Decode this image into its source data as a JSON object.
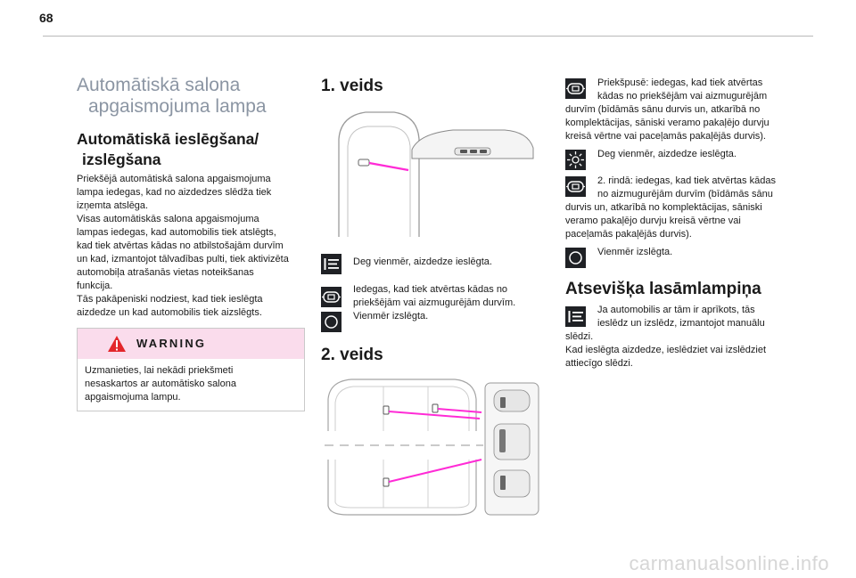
{
  "page_number": "68",
  "column1": {
    "section_title_lines": [
      "Automātiskā salona",
      "apgaismojuma lampa"
    ],
    "subheading_lines": [
      "Automātiskā ieslēgšana/",
      "izslēgšana"
    ],
    "paragraph_lines": [
      "Priekšējā automātiskā salona apgaismojuma",
      "lampa iedegas, kad no aizdedzes slēdža tiek",
      "izņemta atslēga.",
      "Visas automātiskās salona apgaismojuma",
      "lampas iedegas, kad automobilis tiek atslēgts,",
      "kad tiek atvērtas kādas no atbilstošajām durvīm",
      "un kad, izmantojot tālvadības pulti, tiek aktivizēta",
      "automobiļa atrašanās vietas noteikšanas",
      "funkcija.",
      "Tās pakāpeniski nodziest, kad tiek ieslēgta",
      "aizdedze un kad automobilis tiek aizslēgts."
    ],
    "warning": {
      "title": "WARNING",
      "text_lines": [
        "Uzmanieties, lai nekādi priekšmeti",
        "nesaskartos ar automātisko salona",
        "apgaismojuma lampu."
      ]
    }
  },
  "column2": {
    "type1_heading": "1. veids",
    "type2_heading": "2. veids",
    "items": [
      {
        "icon": "lamp-off-icon",
        "text_lines": [
          "Deg vienmēr, aizdedze ieslēgta."
        ]
      },
      {
        "icon": "door-lamp-icon",
        "text_lines": [
          "Iedegas, kad tiek atvērtas kādas no",
          "priekšējām vai aizmugurējām durvīm."
        ]
      },
      {
        "icon": "circle-off-icon",
        "text_lines": [
          "Vienmēr izslēgta."
        ]
      }
    ]
  },
  "column3": {
    "items": [
      {
        "icon": "door-lamp-icon",
        "text_lines": [
          "Priekšpusē: iedegas, kad tiek atvērtas",
          "kādas no priekšējām vai aizmugurējām",
          "durvīm (bīdāmās sānu durvis un, atkarībā no",
          "komplektācijas, sāniski veramo pakaļējo durvju",
          "kreisā vērtne vai paceļamās pakaļējās durvis)."
        ]
      },
      {
        "icon": "sun-icon",
        "text_lines": [
          "Deg vienmēr, aizdedze ieslēgta."
        ]
      },
      {
        "icon": "door-lamp-icon",
        "text_lines": [
          "2. rindā: iedegas, kad tiek atvērtas kādas",
          "no aizmugurējām durvīm (bīdāmās sānu",
          "durvis un, atkarībā no komplektācijas, sāniski",
          "veramo pakaļējo durvju kreisā vērtne vai",
          "paceļamās pakaļējās durvis)."
        ]
      },
      {
        "icon": "circle-off-icon",
        "text_lines": [
          "Vienmēr izslēgta."
        ]
      }
    ],
    "reading_heading": "Atsevišķa lasāmlampiņa",
    "reading_lines": [
      "Ja automobilis ar tām ir aprīkots, tās",
      "ieslēdz un izslēdz, izmantojot manuālu",
      "slēdzi.",
      "Kad ieslēgta aizdedze, ieslēdziet vai izslēdziet",
      "attiecīgo slēdzi."
    ],
    "reading_icon": "lamp-off-icon"
  },
  "watermark": "carmanualsonline.info",
  "colors": {
    "accent_magenta": "#ff2bd6",
    "heading_gray": "#8b95a3",
    "warning_band": "#fadcec",
    "icon_bg": "#1f2125"
  }
}
